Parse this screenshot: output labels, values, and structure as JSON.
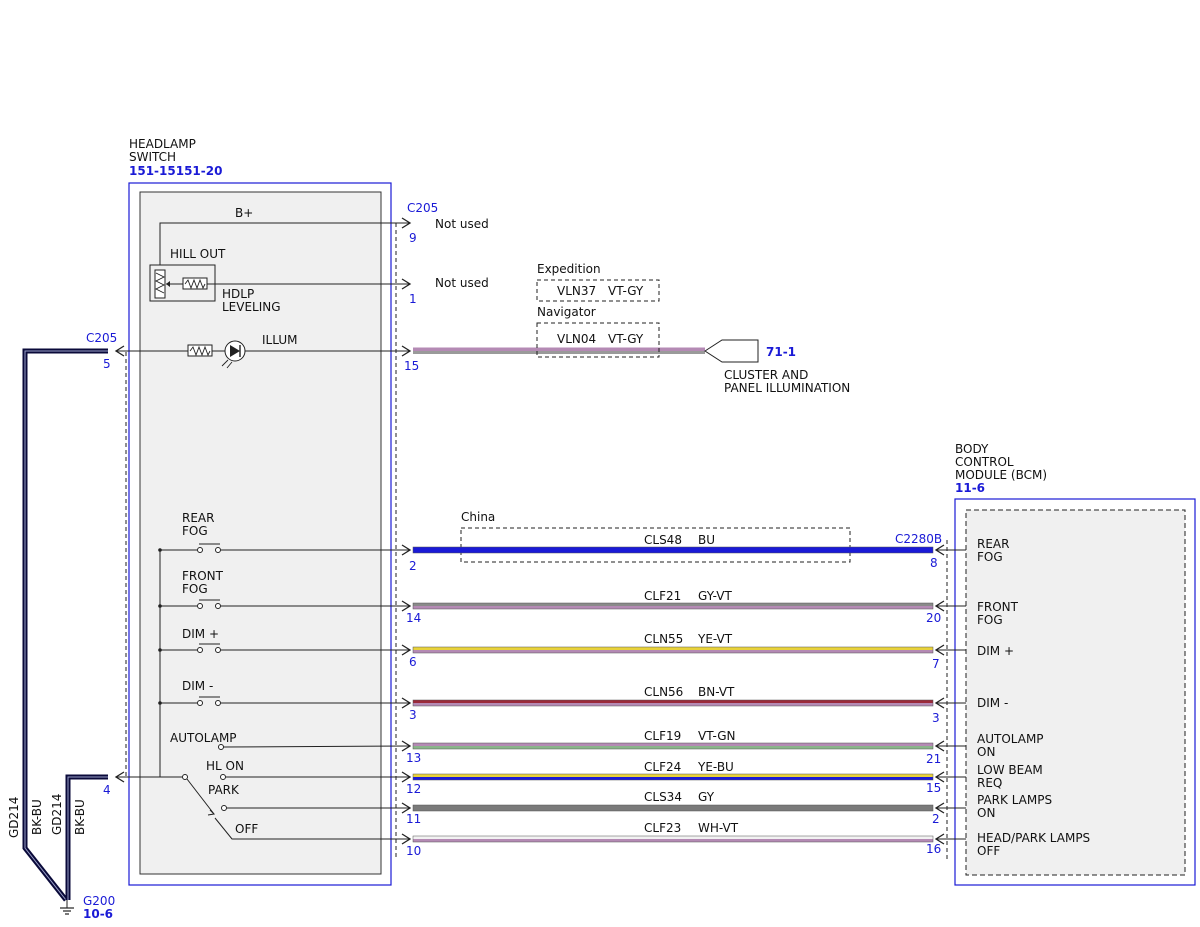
{
  "colors": {
    "blue": "#1a1ad6",
    "box_fill": "#f0f0f0",
    "ground_wire": "#0a0a3a"
  },
  "switch": {
    "title_line1": "HEADLAMP",
    "title_line2": "SWITCH",
    "ref": "151-15151-20",
    "connector": "C205",
    "b_plus": "B+",
    "hill_out": "HILL OUT",
    "hdlp_leveling_1": "HDLP",
    "hdlp_leveling_2": "LEVELING",
    "illum": "ILLUM",
    "rear_fog_1": "REAR",
    "rear_fog_2": "FOG",
    "front_fog_1": "FRONT",
    "front_fog_2": "FOG",
    "dim_plus": "DIM +",
    "dim_minus": "DIM -",
    "autolamp": "AUTOLAMP",
    "hl_on": "HL ON",
    "park": "PARK",
    "off": "OFF"
  },
  "pins_left": {
    "p9": "9",
    "p1": "1",
    "p15": "15",
    "p2": "2",
    "p14": "14",
    "p6": "6",
    "p3": "3",
    "p13": "13",
    "p12": "12",
    "p11": "11",
    "p10": "10"
  },
  "not_used": "Not used",
  "illum_circuit": {
    "expedition": "Expedition",
    "expedition_wire": "VLN37",
    "expedition_color": "VT-GY",
    "navigator": "Navigator",
    "navigator_wire": "VLN04",
    "navigator_color": "VT-GY",
    "ref": "71-1",
    "dest_line1": "CLUSTER AND",
    "dest_line2": "PANEL ILLUMINATION"
  },
  "ground": {
    "connector": "C205",
    "pin_5": "5",
    "pin_4": "4",
    "wire1": "GD214",
    "wire1_color": "BK-BU",
    "wire2": "GD214",
    "wire2_color": "BK-BU",
    "point": "G200",
    "ref": "10-6"
  },
  "bcm": {
    "title_line1": "BODY",
    "title_line2": "CONTROL",
    "title_line3": "MODULE (BCM)",
    "ref": "11-6",
    "connector": "C2280B",
    "rear_fog_1": "REAR",
    "rear_fog_2": "FOG",
    "front_fog_1": "FRONT",
    "front_fog_2": "FOG",
    "dim_plus": "DIM +",
    "dim_minus": "DIM -",
    "autolamp_1": "AUTOLAMP",
    "autolamp_2": "ON",
    "low_beam_1": "LOW BEAM",
    "low_beam_2": "REQ",
    "park_1": "PARK LAMPS",
    "park_2": "ON",
    "headpark_1": "HEAD/PARK LAMPS",
    "headpark_2": "OFF"
  },
  "pins_right": {
    "p8": "8",
    "p20": "20",
    "p7": "7",
    "p3": "3",
    "p21": "21",
    "p15": "15",
    "p2": "2",
    "p16": "16"
  },
  "china_label": "China",
  "circuits": [
    {
      "wire": "CLS48",
      "color": "BU",
      "stripe1": "#1a1ad6",
      "stripe2": "#1a1ad6"
    },
    {
      "wire": "CLF21",
      "color": "GY-VT",
      "stripe1": "#8a8a8a",
      "stripe2": "#b48ab4"
    },
    {
      "wire": "CLN55",
      "color": "YE-VT",
      "stripe1": "#e8d23a",
      "stripe2": "#b48ab4"
    },
    {
      "wire": "CLN56",
      "color": "BN-VT",
      "stripe1": "#9a2a3a",
      "stripe2": "#b48ab4"
    },
    {
      "wire": "CLF19",
      "color": "VT-GN",
      "stripe1": "#b48ab4",
      "stripe2": "#8ab48a"
    },
    {
      "wire": "CLF24",
      "color": "YE-BU",
      "stripe1": "#e8d23a",
      "stripe2": "#1a1ad6"
    },
    {
      "wire": "CLS34",
      "color": "GY",
      "stripe1": "#7a7a7a",
      "stripe2": "#7a7a7a"
    },
    {
      "wire": "CLF23",
      "color": "WH-VT",
      "stripe1": "#f2f2f2",
      "stripe2": "#b48ab4"
    }
  ],
  "illum_wire_colors": {
    "stripe1": "#b48ab4",
    "stripe2": "#9a9a9a"
  }
}
